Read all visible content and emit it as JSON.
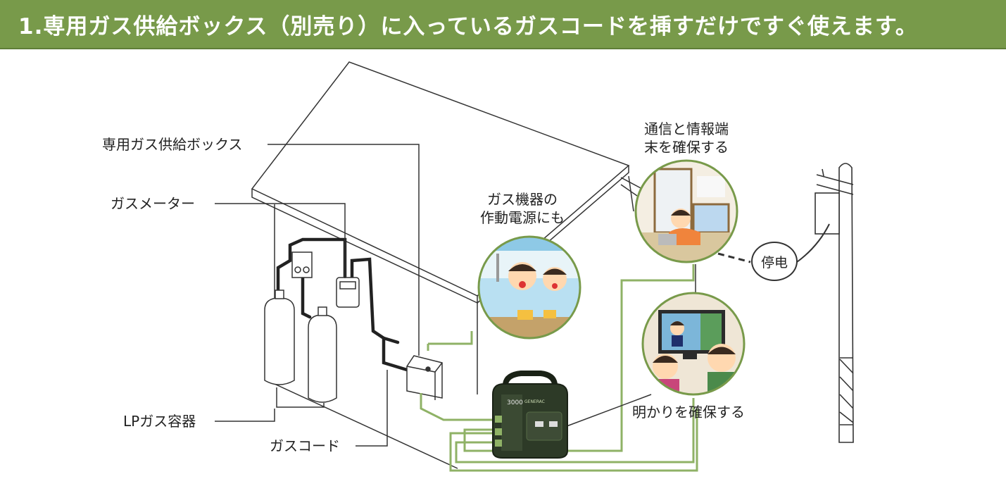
{
  "header": {
    "title": "1.専用ガス供給ボックス（別売り）に入っているガスコードを挿すだけですぐ使えます。"
  },
  "labels": {
    "gas_supply_box": "専用ガス供給ボックス",
    "gas_meter": "ガスメーター",
    "lp_gas_container": "LPガス容器",
    "gas_cord": "ガスコード",
    "gas_appliance_line1": "ガス機器の",
    "gas_appliance_line2": "作動電源にも",
    "communication_line1": "通信と情報端",
    "communication_line2": "末を確保する",
    "lighting": "明かりを確保する",
    "power_outage": "停电"
  },
  "generator": {
    "panel_text": "3000",
    "brand": "GENERAC"
  },
  "colors": {
    "banner": "#789a4a",
    "cable_green": "#8fb266",
    "line": "#333333"
  }
}
